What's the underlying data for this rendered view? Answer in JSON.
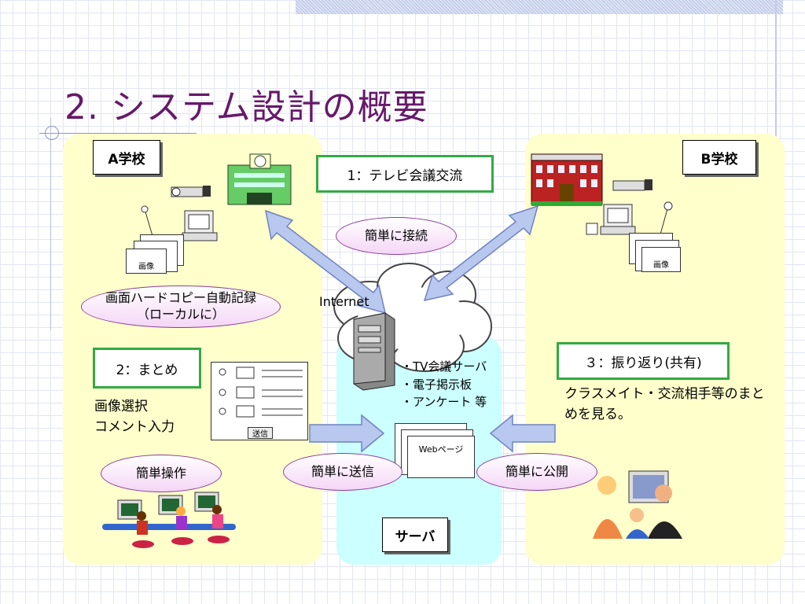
{
  "title": "2. システム設計の概要",
  "schoolA": {
    "label": "A学校",
    "image_label": "画像",
    "hardcopy": "画面ハードコピー自動記録\n（ローカルに）"
  },
  "schoolB": {
    "label": "B学校",
    "image_label": "画像"
  },
  "step1": "1：テレビ会議交流",
  "easy_connect": "簡単に接続",
  "internet": "Internet",
  "step2": "2：まとめ",
  "select_text": "画像選択\nコメント入力",
  "form_send": "送信",
  "easy_operation": "簡単操作",
  "server_list": "・TV会議サーバ\n・電子掲示板\n・アンケート 等",
  "web_page": "Webページ",
  "easy_send": "簡単に送信",
  "easy_publish": "簡単に公開",
  "server_label": "サーバ",
  "step3": "３：振り返り(共有)",
  "review_text": "クラスメイト・交流相手等のまと\nめを見る。",
  "colors": {
    "title": "#66196a",
    "panel_school": "#ffffcc",
    "panel_server": "#ccffff",
    "step_border": "#33aa44",
    "arrow": "#b8c8ee"
  }
}
